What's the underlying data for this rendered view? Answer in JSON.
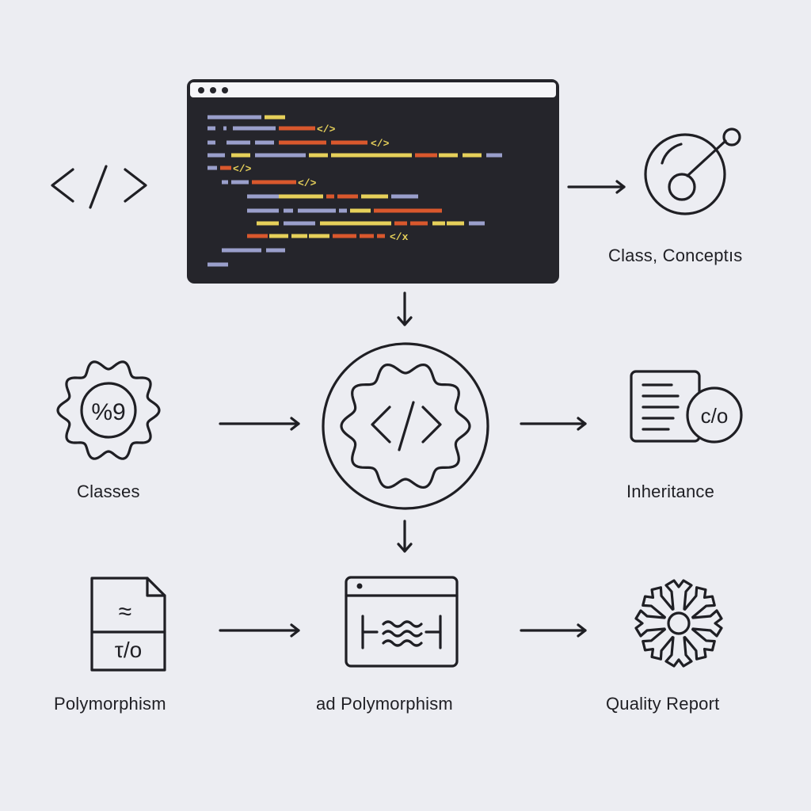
{
  "colors": {
    "background": "#ecedf2",
    "ink": "#1f1f24",
    "editor_bg": "#25252b",
    "code_lavender": "#9a9fcb",
    "code_yellow": "#e6d05a",
    "code_orange": "#d9582d"
  },
  "editor": {
    "window_dots": 3,
    "tag_glyph": "</>",
    "tag_glyph_alt": "</x"
  },
  "nodes": {
    "code_tag": {
      "icon": "code-tag-icon",
      "glyph": "</>"
    },
    "class_concepts": {
      "label": "Class, Conceptıs",
      "icon": "target-node-icon"
    },
    "classes": {
      "label": "Classes",
      "icon": "gear-badge-icon",
      "glyph": "%9"
    },
    "center": {
      "icon": "code-badge-icon",
      "glyph": "</>"
    },
    "inheritance": {
      "label": "Inheritance",
      "icon": "document-code-icon",
      "glyph": "c/o"
    },
    "polymorphism": {
      "label": "Polymorphism",
      "icon": "file-io-icon",
      "glyph_top": "≈",
      "glyph_bottom": "τ/o"
    },
    "ad_polymorphism": {
      "label": "ad Polymorphism",
      "icon": "browser-window-icon",
      "glyph": "⊢≈⊣"
    },
    "quality_report": {
      "label": "Quality Report",
      "icon": "snowflake-gear-icon"
    }
  }
}
